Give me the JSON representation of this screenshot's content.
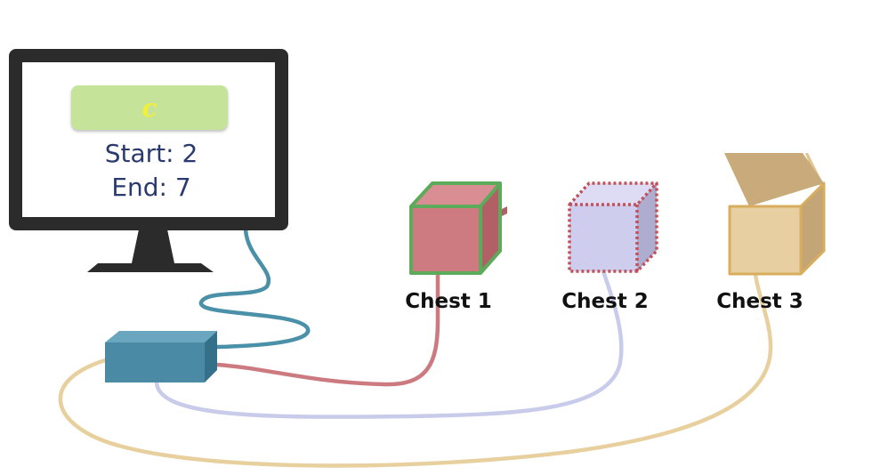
{
  "monitor": {
    "badge_text": "c",
    "start_text": "Start: 2",
    "end_text": "End: 7"
  },
  "chests": [
    {
      "label": "Chest 1"
    },
    {
      "label": "Chest 2"
    },
    {
      "label": "Chest 3"
    }
  ],
  "colors": {
    "monitor_frame": "#2b2b2b",
    "badge_fill": "#c6e39a",
    "badge_text": "#f2ef3a",
    "screen_text": "#2b3a6e",
    "hub_front": "#4a8aa4",
    "hub_top": "#6aa6bd",
    "hub_side": "#35708a",
    "cable_monitor": "#4a90a8",
    "cable_chest1": "#cc7a80",
    "cable_chest2": "#c9cbea",
    "cable_chest3": "#e8cf9e",
    "chest1_front": "#cd7a80",
    "chest1_border": "#5cab5a",
    "chest2_front": "#cfcdee",
    "chest2_border": "#c0505a",
    "chest3_front": "#e8cfa2",
    "chest3_border": "#d8ad5e"
  }
}
